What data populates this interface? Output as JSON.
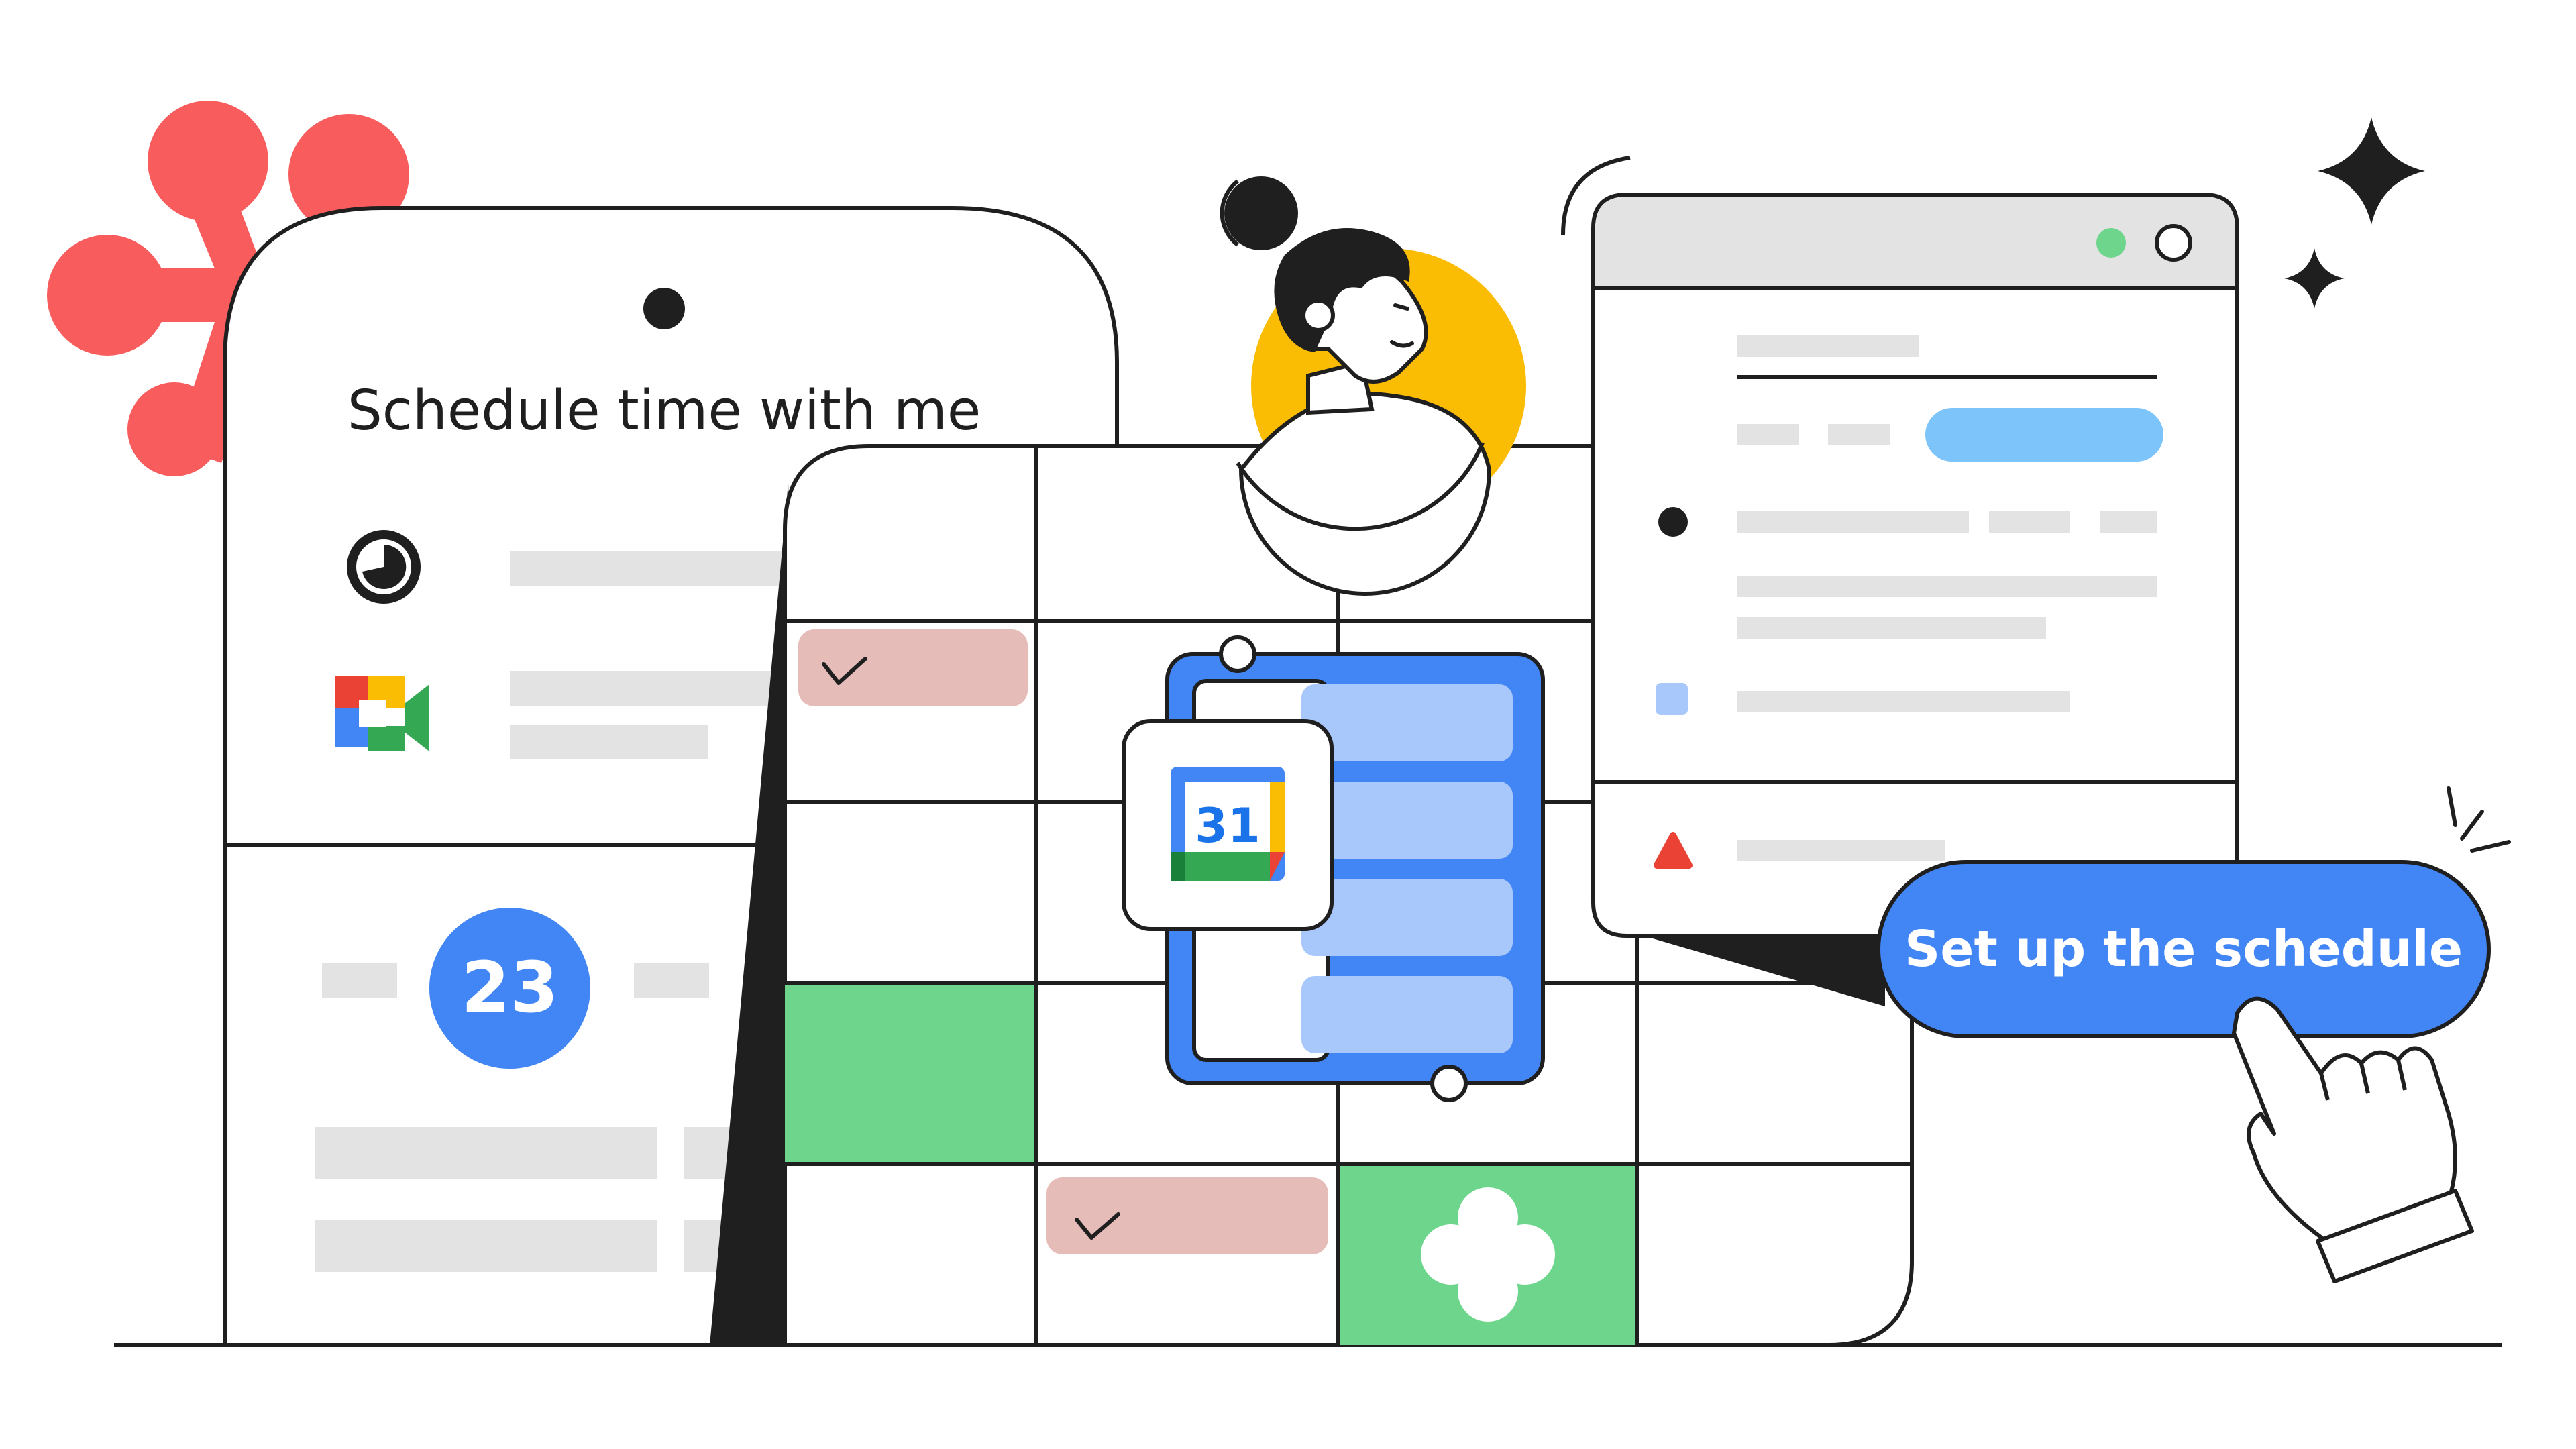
{
  "phone": {
    "title": "Schedule time with me",
    "date_badge": "23",
    "icons": [
      "clock-icon",
      "google-meet-icon"
    ]
  },
  "calendar_app_icon": {
    "day_number": "31",
    "icon": "google-calendar-icon"
  },
  "cta_button": {
    "label": "Set up the schedule"
  },
  "window": {
    "traffic_lights": [
      "green-dot-icon",
      "outline-circle-icon"
    ],
    "icons": [
      "bullet-dot-icon",
      "blue-square-icon",
      "red-triangle-icon"
    ]
  },
  "decor": [
    "red-asterisk-icon",
    "sparkle-icon",
    "clover-icon",
    "pointing-hand-icon",
    "avatar"
  ],
  "colors": {
    "accent_blue": "#4285F4",
    "pill_blue": "#7CC4FA",
    "red_shape": "#F85C5C",
    "green_cell": "#6DD58C",
    "pink_event": "#E6BCB9",
    "avatar_yellow": "#FBBC04",
    "placeholder_grey": "#E3E3E3"
  }
}
